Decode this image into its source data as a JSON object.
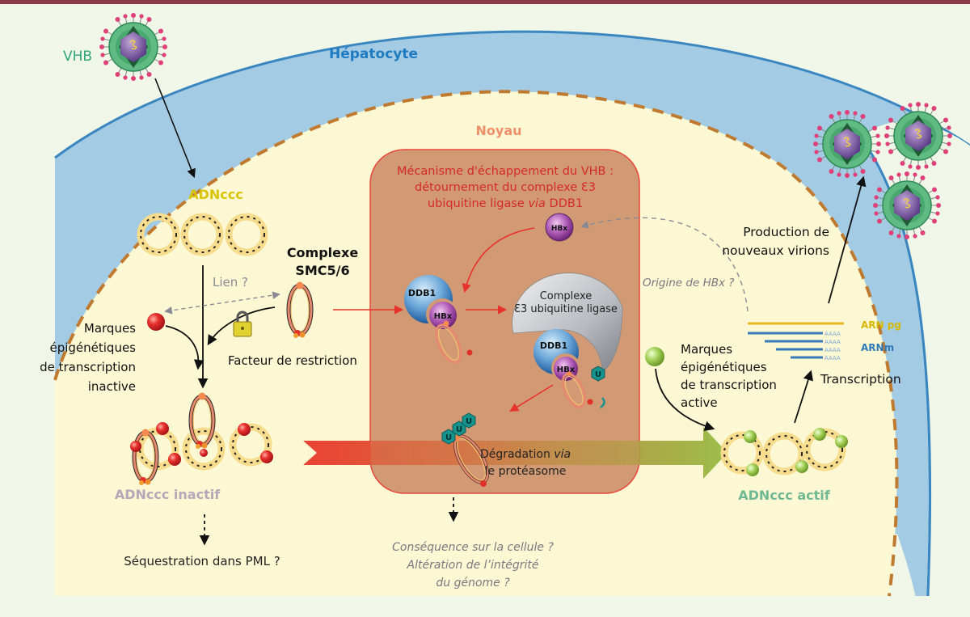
{
  "colors": {
    "top_bar": "#8b3a4a",
    "outside": "#f0f6e8",
    "cytoplasm": "#a3cbe3",
    "membrane": "#3a86c0",
    "nucleus": "#fbf8d3",
    "nuclear_envelope": "#c07a30",
    "escape_box": "#d19a74",
    "escape_border": "#e8473a",
    "vhb_label": "#2fa57a",
    "hepatocyte_label": "#1f7bc1",
    "noyau_label": "#f0906a",
    "escape_title": "#d42a26",
    "adnccc_label": "#d8c400",
    "inactive_label": "#b4a8b8",
    "active_label": "#6fb893",
    "arn_pg": "#d6b800",
    "arnm": "#2e78b8",
    "question_text": "#7a7880",
    "red_mark": "#e0262a",
    "green_mark": "#98c848",
    "dna_ring": "#f6dc8c",
    "ubiquitin": "#17938e"
  },
  "labels": {
    "vhb": "VHB",
    "hepatocyte": "Hépatocyte",
    "noyau": "Noyau",
    "adnccc": "ADNccc",
    "complexe_smc": [
      "Complexe",
      "SMC5/6"
    ],
    "lien": "Lien ?",
    "marques_inactive": [
      "Marques",
      "épigénétiques",
      "de transcription",
      "inactive"
    ],
    "facteur_restriction": "Facteur de restriction",
    "adnccc_inactif": "ADNccc inactif",
    "sequestration": "Séquestration dans PML ?",
    "escape_title": [
      "Mécanisme d'échappement du VHB :",
      "détournement du complexe Ɛ3",
      "ubiquitine ligase ",
      "via",
      " DDB1"
    ],
    "hbx": "HBx",
    "ddb1": "DDB1",
    "complexe_e3": [
      "Complexe",
      "Ɛ3 ubiquitine ligase"
    ],
    "ubiquitin": "U",
    "degradation": [
      "Dégradation ",
      "via",
      "le protéasome"
    ],
    "consequence": [
      "Conséquence sur la cellule ?",
      "Altération de l’intégrité",
      "du génome ?"
    ],
    "origine_hbx": "Origine de HBx ?",
    "production": [
      "Production de",
      "nouveaux virions"
    ],
    "arn_pg": "ARN pg",
    "arnm": "ARNm",
    "poly_a": "AAAA",
    "transcription": "Transcription",
    "marques_active": [
      "Marques",
      "épigénétiques",
      "de transcription",
      "active"
    ],
    "adnccc_actif": "ADNccc actif"
  }
}
